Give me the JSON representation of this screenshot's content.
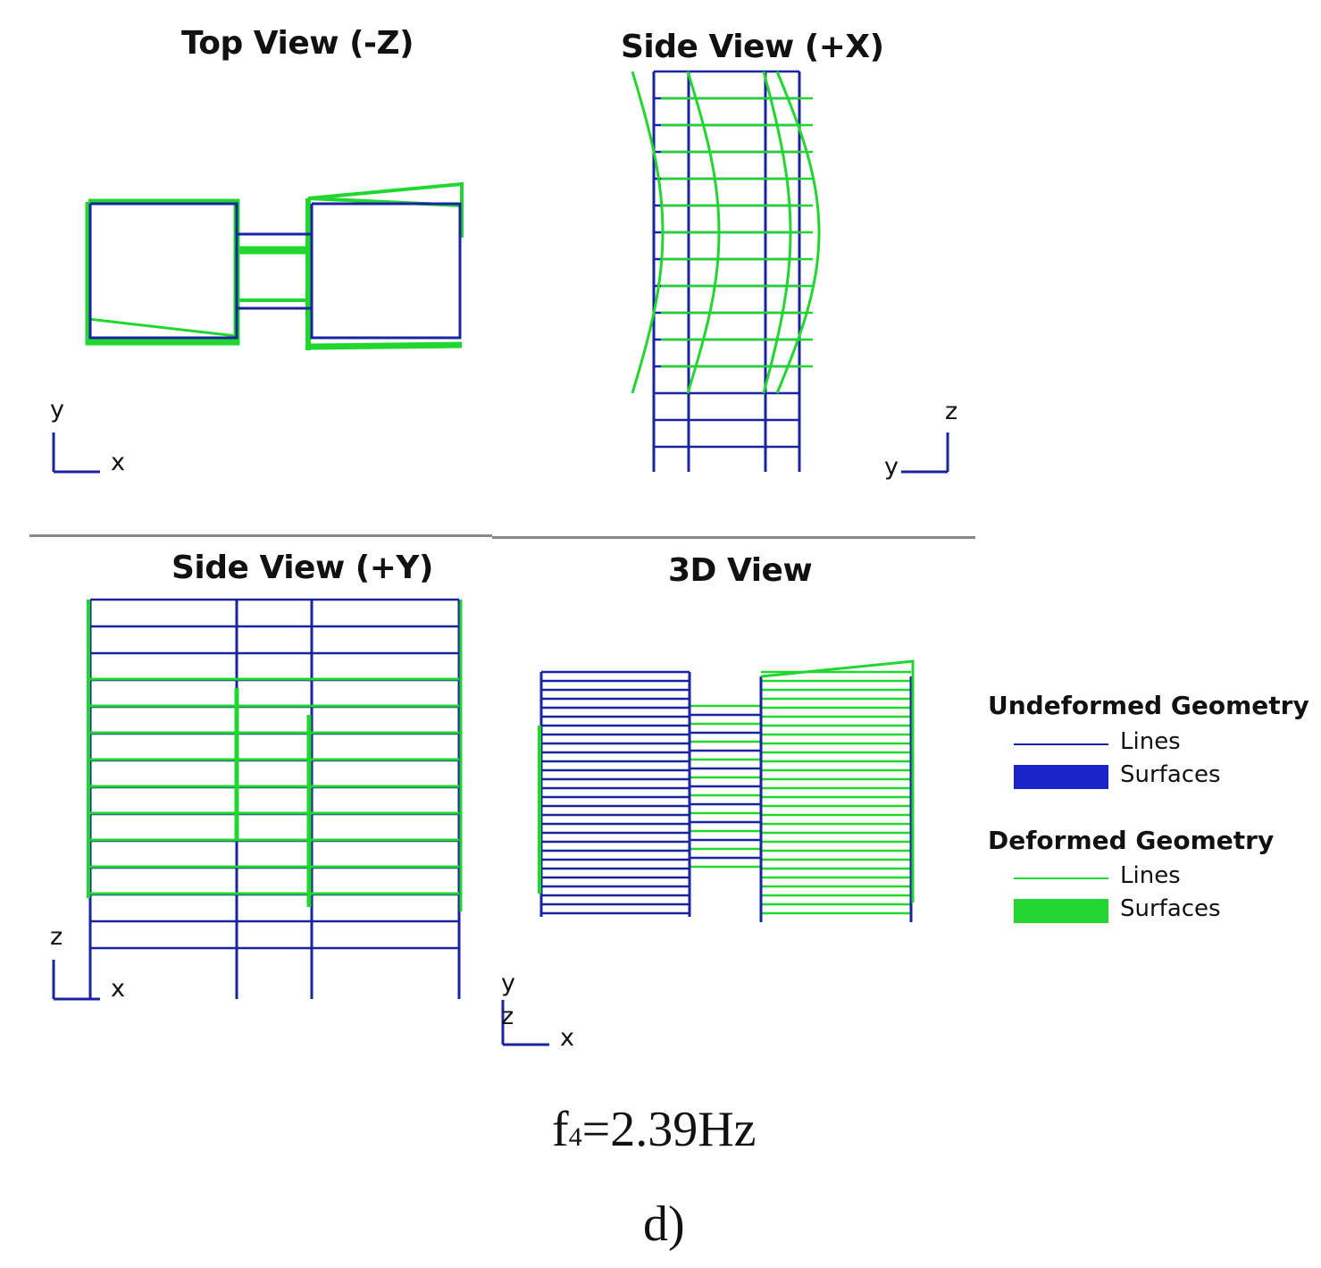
{
  "titles": {
    "top": "Top View (-Z)",
    "side_x": "Side View (+X)",
    "side_y": "Side View (+Y)",
    "view3d": "3D View"
  },
  "axes": {
    "top": {
      "v": "y",
      "h": "x"
    },
    "side_x": {
      "v": "z",
      "h": "y"
    },
    "side_y": {
      "v": "z",
      "h": "x"
    },
    "view3d": {
      "v": "y",
      "z": "z",
      "h": "x"
    }
  },
  "legend": {
    "undeformed": {
      "title": "Undeformed Geometry",
      "lines": "Lines",
      "surfaces": "Surfaces",
      "color": "#1a23a0"
    },
    "deformed": {
      "title": "Deformed Geometry",
      "lines": "Lines",
      "surfaces": "Surfaces",
      "color": "#22d630"
    }
  },
  "caption": {
    "prefix": "f",
    "subscript": "4",
    "value": "=2.39Hz",
    "label": "d)"
  }
}
